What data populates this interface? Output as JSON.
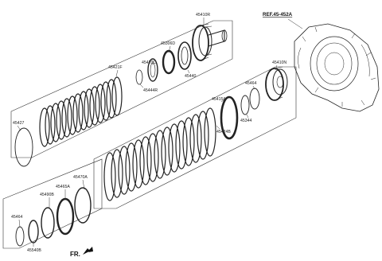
{
  "diagram": {
    "ref_label": "REF.45-452A",
    "direction_label": "FR.",
    "part_numbers": {
      "p45410R": "45410R",
      "p45306D": "45306D",
      "p45420C": "45420C",
      "p45421F": "45421F",
      "p45444R": "45444R",
      "p45440": "45440",
      "p45427": "45427",
      "p45410N": "45410N",
      "p45464": "45464",
      "p45344": "45344",
      "p45415A": "45415A",
      "p45424B": "45424B",
      "p45470A": "45470A",
      "p45490B": "45490B",
      "p45465A": "45465A",
      "p45464b": "45464",
      "p45540B": "45540B"
    }
  }
}
